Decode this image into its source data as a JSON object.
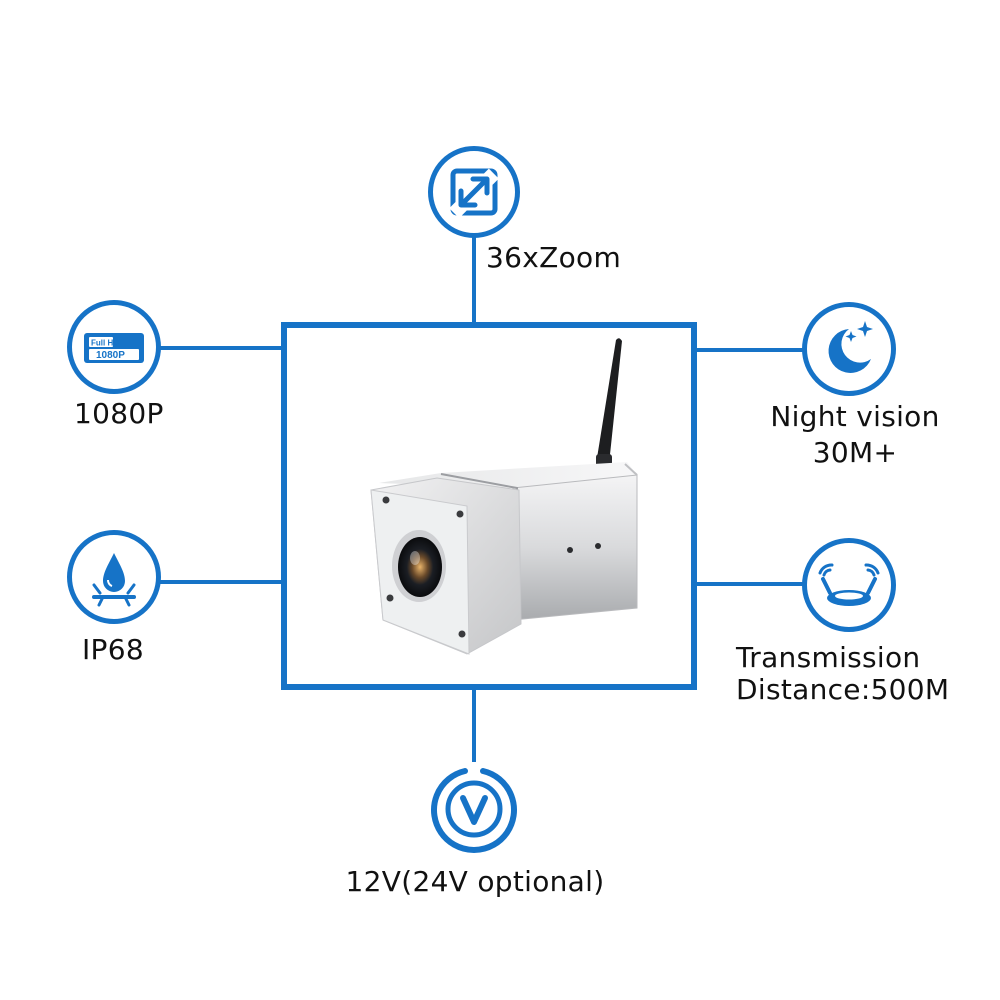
{
  "features": {
    "zoom": {
      "label": "36xZoom",
      "icon": "expand-arrows-icon"
    },
    "resolution": {
      "label": "1080P",
      "icon": "full-hd-1080p-icon",
      "badge_line1": "Full HD",
      "badge_line2": "1080P"
    },
    "waterproof": {
      "label": "IP68",
      "icon": "water-drop-icon"
    },
    "night_vision": {
      "label_line1": "Night vision",
      "label_line2": "30M+",
      "icon": "moon-stars-icon"
    },
    "transmission": {
      "label_line1": "Transmission",
      "label_line2": "Distance:500M",
      "icon": "wifi-router-icon"
    },
    "power": {
      "label": "12V(24V optional)",
      "icon": "power-v-icon"
    }
  },
  "colors": {
    "accent": "#1673c7",
    "text": "#111111",
    "background": "#ffffff"
  },
  "product_image": {
    "icon": "wireless-bullet-camera-image"
  }
}
